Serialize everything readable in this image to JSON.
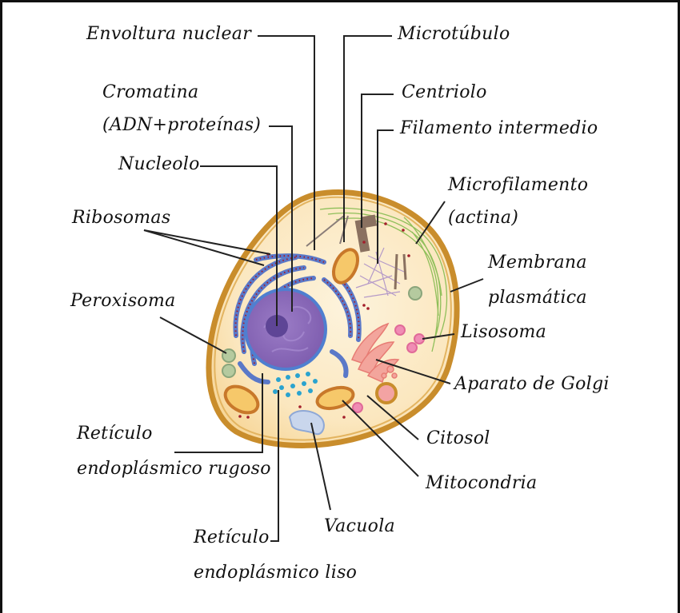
{
  "title": "Célula animal",
  "colors": {
    "membrane": "#c98d2c",
    "cytosol": "#fbe6bb",
    "nucleus": "#8a66b5",
    "nucleolus": "#5e4596",
    "envelope": "#4f7fd0",
    "rough_er": "#5a78c8",
    "ribosome": "#a31e2a",
    "smooth_er": "#2aa3cf",
    "mitochondria": "#c8782a",
    "golgi": "#ef8f88",
    "lysosome": "#e06a98",
    "peroxisome": "#9fb98f",
    "vacuole": "#c9d6ec",
    "microfilament": "#8fbf5a",
    "intermediate_filament": "#b59ac8",
    "centriole": "#8a7160",
    "leader_line": "#222222"
  },
  "labels": {
    "envoltura_nuclear": "Envoltura nuclear",
    "cromatina_1": "Cromatina",
    "cromatina_2": "(ADN+proteínas)",
    "nucleolo": "Nucleolo",
    "ribosomas": "Ribosomas",
    "peroxisoma": "Peroxisoma",
    "reticulo_rugoso_1": "Retículo",
    "reticulo_rugoso_2": "endoplásmico rugoso",
    "reticulo_liso_1": "Retículo",
    "reticulo_liso_2": "endoplásmico liso",
    "vacuola": "Vacuola",
    "mitocondria": "Mitocondria",
    "citosol": "Citosol",
    "golgi": "Aparato de Golgi",
    "lisosoma": "Lisosoma",
    "membrana_1": "Membrana",
    "membrana_2": "plasmática",
    "microfilamento_1": "Microfilamento",
    "microfilamento_2": "(actina)",
    "filamento_intermedio": "Filamento intermedio",
    "centriolo": "Centriolo",
    "microtubulo": "Microtúbulo"
  }
}
